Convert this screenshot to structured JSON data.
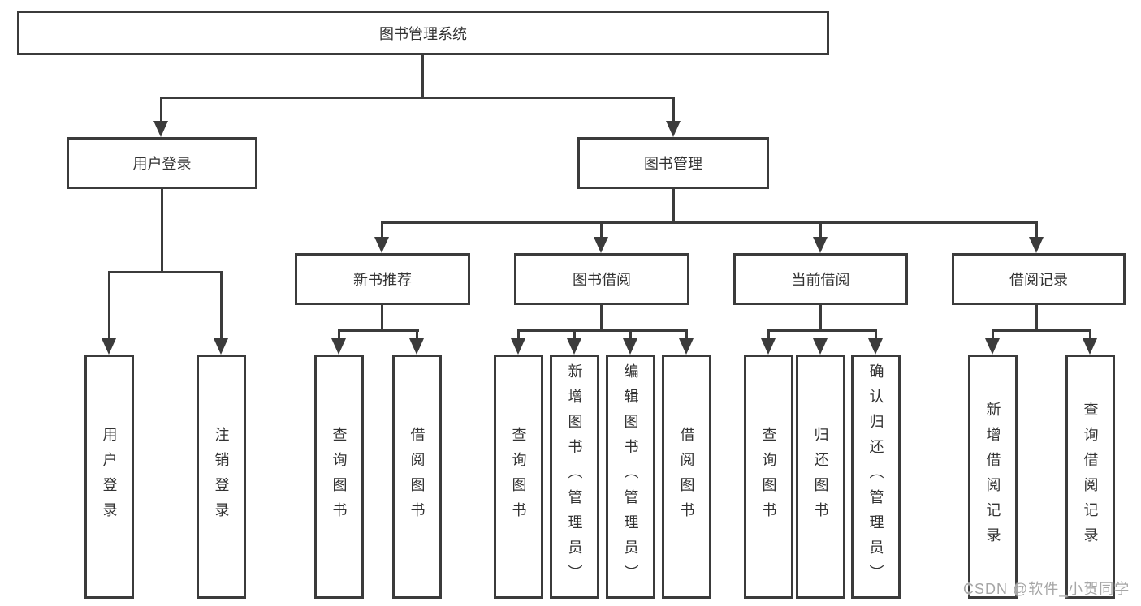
{
  "diagram": {
    "root": {
      "label": "图书管理系统"
    },
    "level2": {
      "user_login": {
        "label": "用户登录"
      },
      "book_management": {
        "label": "图书管理"
      }
    },
    "level3": {
      "new_book_recommend": {
        "label": "新书推荐"
      },
      "book_borrowing": {
        "label": "图书借阅"
      },
      "current_borrowing": {
        "label": "当前借阅"
      },
      "borrowing_records": {
        "label": "借阅记录"
      }
    },
    "leaves": {
      "user_login": {
        "label": "用户登录"
      },
      "logout": {
        "label": "注销登录"
      },
      "query_books_recommend": {
        "label": "查询图书"
      },
      "borrow_books_recommend": {
        "label": "借阅图书"
      },
      "query_books_borrowing": {
        "label": "查询图书"
      },
      "add_books_admin": {
        "label": "新增图书（管理员）"
      },
      "edit_books_admin": {
        "label": "编辑图书（管理员）"
      },
      "borrow_books_borrowing": {
        "label": "借阅图书"
      },
      "query_books_current": {
        "label": "查询图书"
      },
      "return_books": {
        "label": "归还图书"
      },
      "confirm_return_admin": {
        "label": "确认归还（管理员）"
      },
      "add_borrow_record": {
        "label": "新增借阅记录"
      },
      "query_borrow_record": {
        "label": "查询借阅记录"
      }
    },
    "watermark": "CSDN @软件_小贺同学",
    "colors": {
      "line": "#3b3b3b",
      "text": "#333333",
      "watermark": "#a6a6a6",
      "background": "#ffffff"
    }
  }
}
